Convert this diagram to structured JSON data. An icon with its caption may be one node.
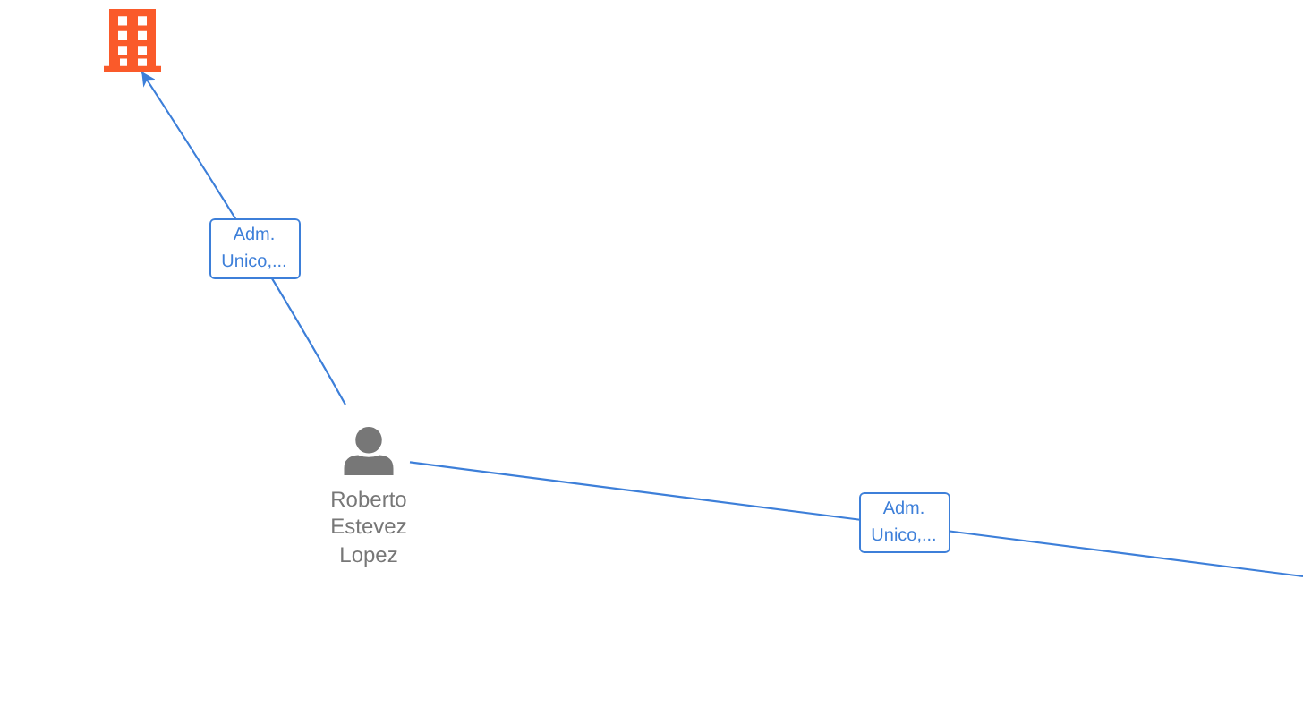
{
  "diagram": {
    "nodes": [
      {
        "text": [],
        "shape": "building"
      },
      {
        "text": [
          "Roberto Estevez Lopez"
        ]
      }
    ],
    "edges": [
      {
        "from": 1,
        "to": 0,
        "arrow": "to",
        "label": "Adm. Unico,..."
      },
      {
        "from": 1,
        "to": null,
        "arrow": "none",
        "label": "Adm. Unico,..."
      }
    ]
  }
}
